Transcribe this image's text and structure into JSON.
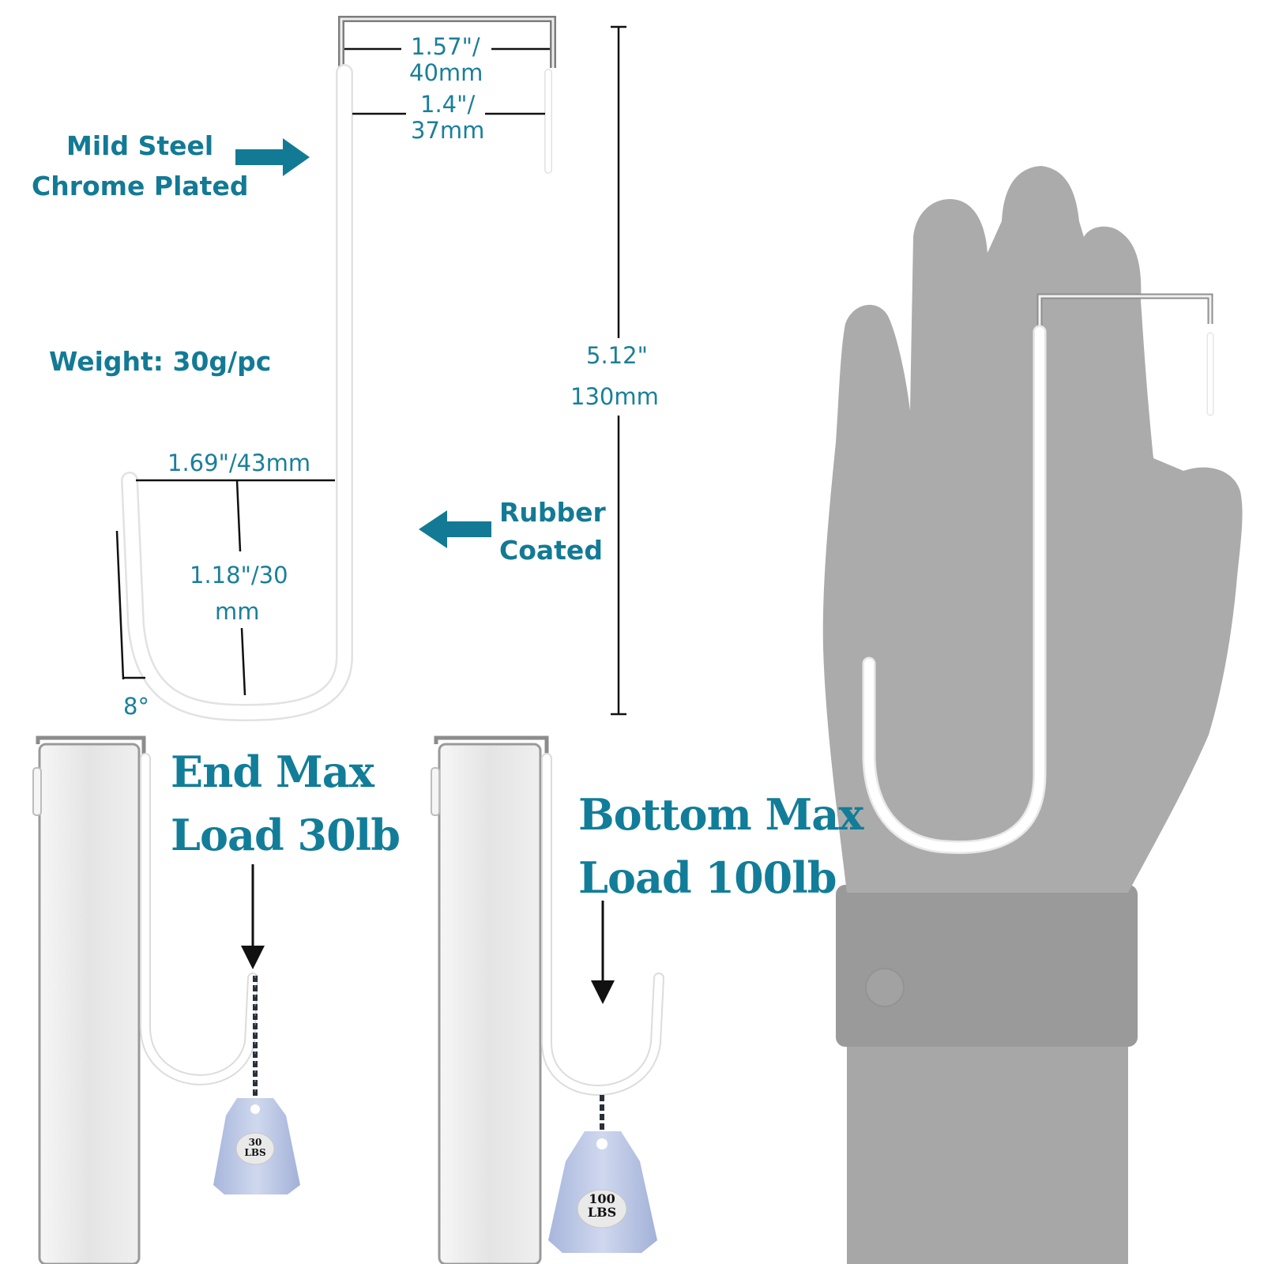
{
  "labels": {
    "material_line1": "Mild Steel",
    "material_line2": "Chrome Plated",
    "weight": "Weight: 30g/pc",
    "coating_line1": "Rubber",
    "coating_line2": "Coated"
  },
  "dimensions": {
    "top_outer_line1": "1.57\"/",
    "top_outer_line2": "40mm",
    "top_inner_line1": "1.4\"/",
    "top_inner_line2": "37mm",
    "height_line1": "5.12\"",
    "height_line2": "130mm",
    "hook_width": "1.69\"/43mm",
    "hook_depth_line1": "1.18\"/30",
    "hook_depth_line2": "mm",
    "angle": "8°"
  },
  "loads": {
    "end_line1": "End Max",
    "end_line2": "Load 30lb",
    "end_weight_num": "30",
    "end_weight_unit": "LBS",
    "bottom_line1": "Bottom Max",
    "bottom_line2": "Load 100lb",
    "bottom_weight_num": "100",
    "bottom_weight_unit": "LBS"
  },
  "colors": {
    "accent": "#137a95",
    "hand": "#a9a9a9",
    "hook_coating": "#ffffff",
    "weight": "#b9c6e6"
  }
}
